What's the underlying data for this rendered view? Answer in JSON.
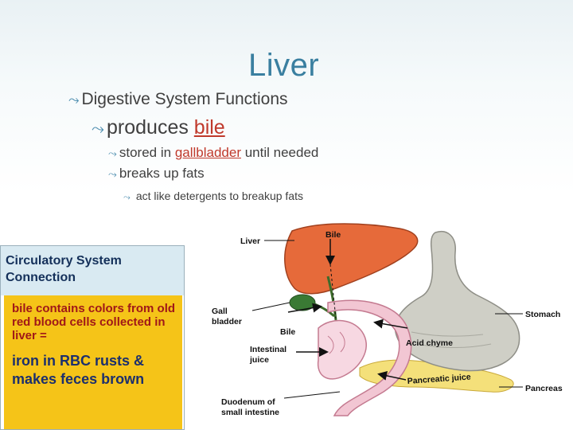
{
  "slide": {
    "title": "Liver",
    "bullets": {
      "l1": "Digestive System Functions",
      "l2_text": "produces ",
      "l2_link": "bile",
      "l3_pre": "stored in ",
      "l3_link": "gallbladder",
      "l3_post": " until needed",
      "l4": "breaks up fats",
      "l5": " act like detergents to breakup fats"
    },
    "bullet_icon": "curved-arrow-bullet-icon",
    "colors": {
      "title": "#3a7fa0",
      "highlight": "#c0392b",
      "box_top": "#d9eaf2",
      "box_yellow": "#f5c418"
    }
  },
  "side_box": {
    "heading": "Circulatory System Connection",
    "paragraph1": "bile contains colors from old red blood cells collected in liver =",
    "paragraph2": "iron in RBC rusts & makes feces brown"
  },
  "figure": {
    "labels": {
      "liver": "Liver",
      "bile_top": "Bile",
      "gall": "Gall",
      "bladder": "bladder",
      "bile_mid": "Bile",
      "intestinal": "Intestinal",
      "juice": "juice",
      "stomach": "Stomach",
      "acid_chyme": "Acid chyme",
      "pancreatic_juice": "Pancreatic juice",
      "pancreas": "Pancreas",
      "duodenum": "Duodenum of",
      "small_intestine": "small intestine"
    }
  }
}
